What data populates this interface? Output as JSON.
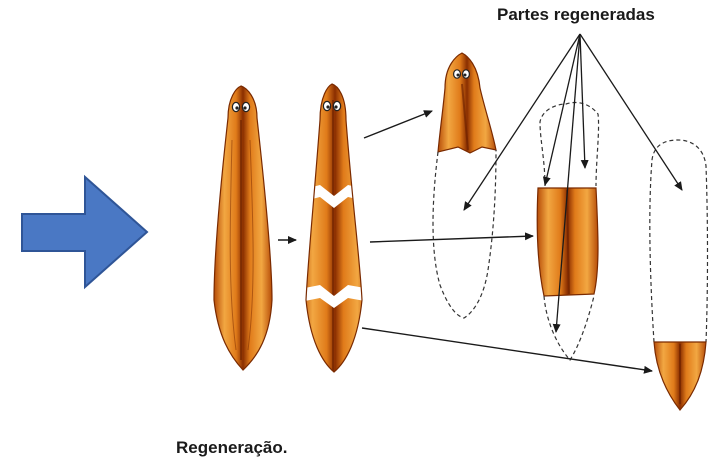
{
  "labels": {
    "regenerated_parts": "Partes regeneradas",
    "caption": "Regeneração."
  },
  "colors": {
    "arrow_fill": "#4a78c4",
    "arrow_stroke": "#2f5597",
    "body_orange": "#e07b1a",
    "body_dark": "#8a2e00",
    "body_light": "#f4b049",
    "line": "#1a1a1a"
  },
  "icons": {
    "big_arrow": "right-block-arrow",
    "eyes": "eye-spots"
  }
}
